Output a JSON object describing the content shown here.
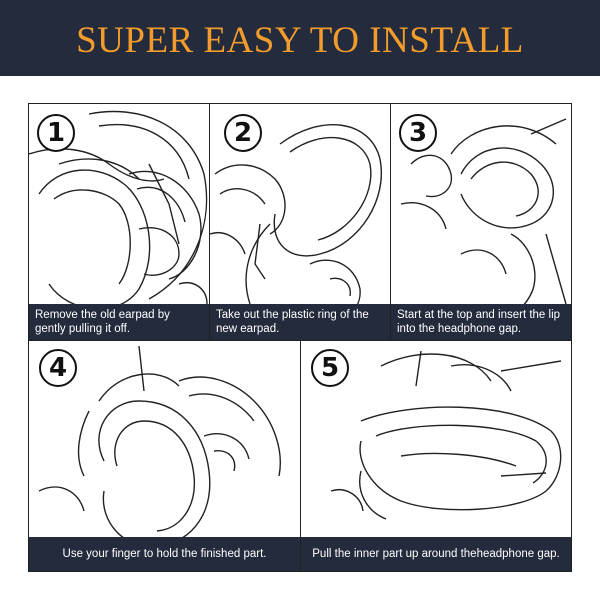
{
  "title": "SUPER EASY TO INSTALL",
  "steps": [
    {
      "number": "1",
      "text": "Remove the old earpad by gently pulling it off."
    },
    {
      "number": "2",
      "text": "Take out the plastic ring of the new earpad."
    },
    {
      "number": "3",
      "text": "Start at the top and insert the lip into the headphone gap."
    },
    {
      "number": "4",
      "text": "Use your finger to hold the finished part."
    },
    {
      "number": "5",
      "text": "Pull the inner part up around theheadphone gap."
    }
  ],
  "colors": {
    "header_bg": "#232b3c",
    "title": "#f39c2b",
    "caption_bg": "#232b3c",
    "caption_text": "#ffffff"
  }
}
